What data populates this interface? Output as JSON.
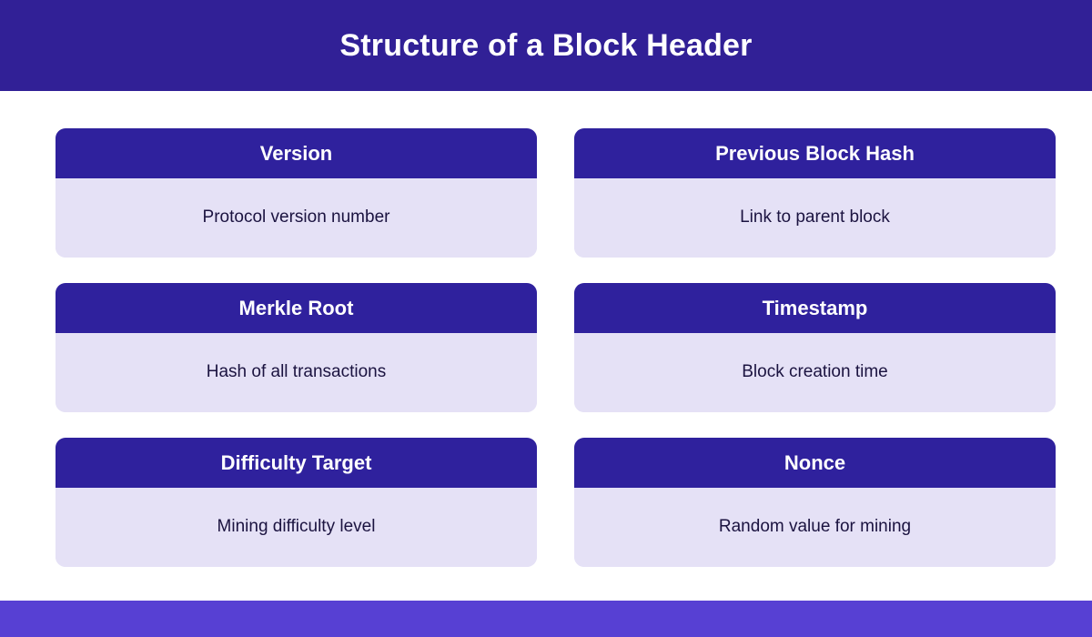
{
  "header": {
    "title": "Structure of a Block Header",
    "background_color": "#312096",
    "text_color": "#ffffff"
  },
  "theme": {
    "page_background": "#ffffff",
    "card_header_color": "#2f219d",
    "card_body_color": "#e5e1f6",
    "card_title_color": "#ffffff",
    "card_desc_color": "#1b1340",
    "footer_color": "#5740d3"
  },
  "cards": [
    {
      "title": "Version",
      "description": "Protocol version number"
    },
    {
      "title": "Previous Block Hash",
      "description": "Link to parent block"
    },
    {
      "title": "Merkle Root",
      "description": "Hash of all transactions"
    },
    {
      "title": "Timestamp",
      "description": "Block creation time"
    },
    {
      "title": "Difficulty Target",
      "description": "Mining difficulty level"
    },
    {
      "title": "Nonce",
      "description": "Random value for mining"
    }
  ],
  "footer": {
    "label": ""
  }
}
